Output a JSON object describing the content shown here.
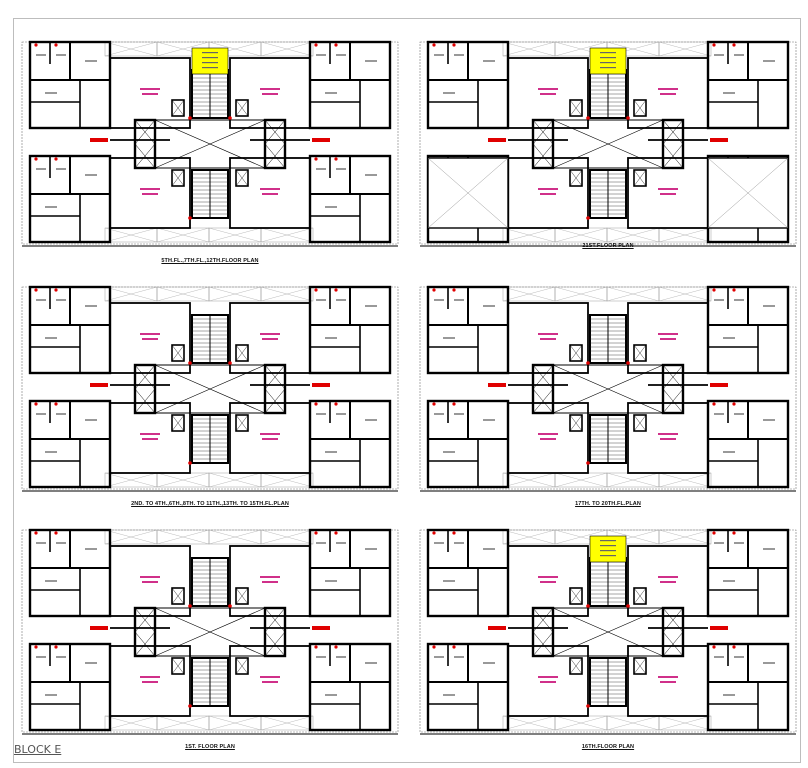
{
  "document": {
    "block_label": "BLOCK E",
    "colors": {
      "wall": "#000000",
      "highlight_shaft": "#ffff00",
      "door_marker": "#e00000",
      "room_text_pink": "#d0308a",
      "frame": "#bdbdbd"
    }
  },
  "panels": [
    {
      "id": "p1",
      "title": "5TH.FL.,7TH.FL.,12TH.FLOOR PLAN",
      "yellow_shaft": true,
      "variant": "standard"
    },
    {
      "id": "p2",
      "title": "21ST.FLOOR PLAN",
      "yellow_shaft": true,
      "variant": "terrace"
    },
    {
      "id": "p3",
      "title": "2ND. TO 4TH.,6TH.,8TH. TO 11TH.,13TH. TO 15TH.FL.PLAN",
      "yellow_shaft": false,
      "variant": "standard"
    },
    {
      "id": "p4",
      "title": "17TH. TO 20TH.FL.PLAN",
      "yellow_shaft": false,
      "variant": "standard"
    },
    {
      "id": "p5",
      "title": "1ST. FLOOR PLAN",
      "yellow_shaft": false,
      "variant": "standard"
    },
    {
      "id": "p6",
      "title": "16TH.FLOOR PLAN",
      "yellow_shaft": true,
      "variant": "standard"
    }
  ]
}
